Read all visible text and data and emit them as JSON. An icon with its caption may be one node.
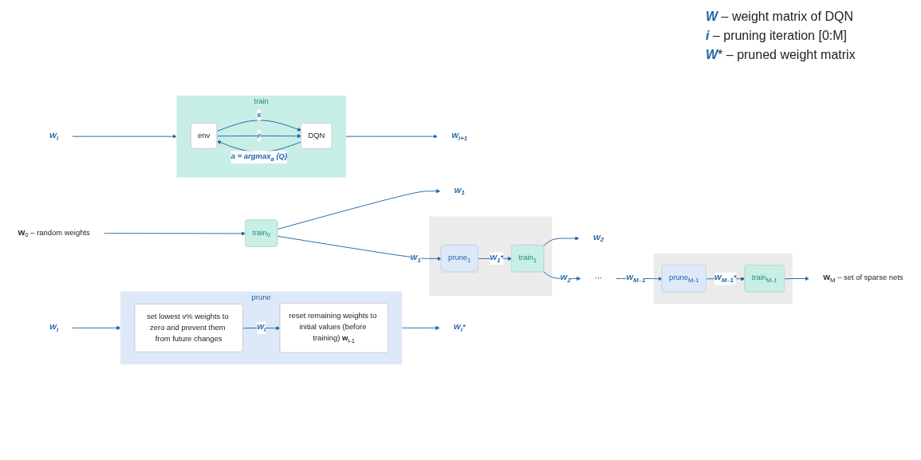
{
  "diagram": {
    "nodes": [
      {
        "text": [
          "train"
        ]
      },
      {
        "text": [
          "env"
        ],
        "in": 0
      },
      {
        "text": [
          "DQN"
        ],
        "in": 0
      },
      {
        "text": [
          "W$_{i}$"
        ]
      },
      {
        "text": [
          "W$_{i+1}$"
        ]
      },
      {
        "text": [
          "prune"
        ]
      },
      {
        "text": [
          "set lowest v% weights to zero and prevent them from future changes"
        ],
        "in": 5
      },
      {
        "text": [
          "reset remaining weights to initial values (before training) **w**$_{i-1}$"
        ],
        "in": 5
      },
      {
        "text": [
          "W$_{i}$"
        ]
      },
      {
        "text": [
          "W$_{i}$*"
        ]
      },
      {
        "text": [
          "**W**$_{0}$ – random weights"
        ]
      },
      {
        "text": [
          "train$_{0}$"
        ]
      },
      {
        "text": [],
        "shape": "box"
      },
      {
        "text": [
          "prune$_{1}$"
        ],
        "in": 12
      },
      {
        "text": [
          "train$_{1}$"
        ],
        "in": 12
      },
      {
        "text": [
          "W$_{1}$"
        ]
      },
      {
        "text": [
          "W$_{2}$"
        ]
      },
      {
        "text": [
          "···"
        ]
      },
      {
        "text": [],
        "shape": "box"
      },
      {
        "text": [
          "prune$_{M-1}$"
        ],
        "in": 18
      },
      {
        "text": [
          "train$_{M-1}$"
        ],
        "in": 18
      },
      {
        "text": [
          "**W**$_{M}$ – set of sparse nets"
        ]
      }
    ],
    "edges": [
      {
        "from": 3,
        "to": 0,
        "arrow": "to"
      },
      {
        "from": 1,
        "to": 2,
        "arrow": "to",
        "label": "s"
      },
      {
        "from": 1,
        "to": 2,
        "arrow": "to",
        "label": "r"
      },
      {
        "from": 2,
        "to": 1,
        "arrow": "to",
        "label": "a = argmax$_{a}$ (Q)"
      },
      {
        "from": 0,
        "to": 4,
        "arrow": "to"
      },
      {
        "from": 8,
        "to": 5,
        "arrow": "to"
      },
      {
        "from": 6,
        "to": 7,
        "arrow": "to",
        "label": "W$_{i}$"
      },
      {
        "from": 5,
        "to": 9,
        "arrow": "to"
      },
      {
        "from": 10,
        "to": 11,
        "arrow": "to"
      },
      {
        "from": 11,
        "to": 15,
        "arrow": "to"
      },
      {
        "from": 11,
        "to": 13,
        "arrow": "to",
        "label": "W$_{1}$"
      },
      {
        "from": 13,
        "to": 14,
        "arrow": "to",
        "label": "W$_{1}$*"
      },
      {
        "from": 14,
        "to": 16,
        "arrow": "to"
      },
      {
        "from": 14,
        "to": 17,
        "arrow": "to",
        "label": "W$_{2}$"
      },
      {
        "from": 17,
        "to": 19,
        "arrow": "to",
        "label": "W$_{M–1}$"
      },
      {
        "from": 19,
        "to": 20,
        "arrow": "to",
        "label": "W$_{M–1}$*"
      },
      {
        "from": 20,
        "to": 21,
        "arrow": "to"
      }
    ],
    "labels": [
      "**W** – weight matrix of DQN",
      "**i** – pruning iteration [0:M]",
      "**W*** – pruned weight matrix"
    ]
  }
}
